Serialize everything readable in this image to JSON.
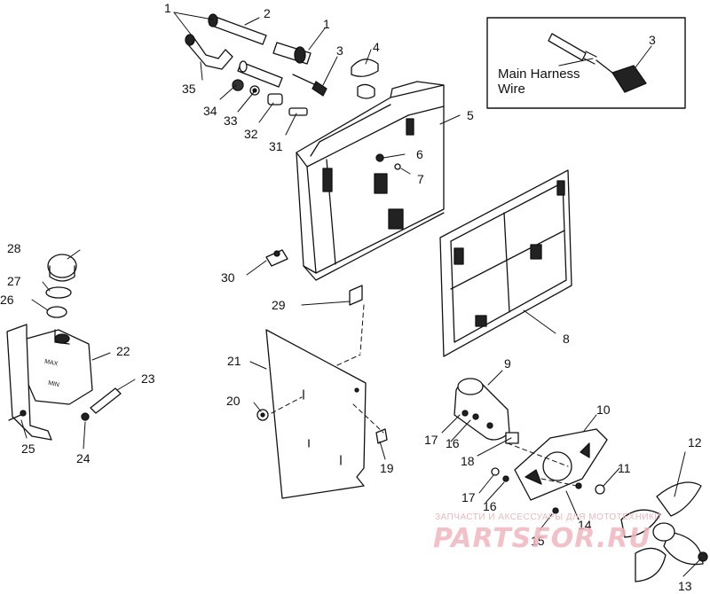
{
  "callouts": {
    "c1a": "1",
    "c2": "2",
    "c1b": "1",
    "c3": "3",
    "c4": "4",
    "c35": "35",
    "c34": "34",
    "c33": "33",
    "c32": "32",
    "c31": "31",
    "c5": "5",
    "c6": "6",
    "c7": "7",
    "c28": "28",
    "c27": "27",
    "c26": "26",
    "c22": "22",
    "c23": "23",
    "c25": "25",
    "c24": "24",
    "c30": "30",
    "c29": "29",
    "c8": "8",
    "c21": "21",
    "c20": "20",
    "c19": "19",
    "c9": "9",
    "c10": "10",
    "c17a": "17",
    "c16a": "16",
    "c18": "18",
    "c17b": "17",
    "c16b": "16",
    "c11": "11",
    "c12": "12",
    "c14": "14",
    "c15": "15",
    "c13": "13"
  },
  "inset": {
    "label_line1": "Main Harness",
    "label_line2": "Wire",
    "callout": "3"
  },
  "tank_markings": {
    "max": "MAX",
    "min": "MIN"
  },
  "watermark": {
    "small": "ЗАПЧАСТИ И АКСЕССУАРЫ ДЛЯ МОТОТЕХНИКИ",
    "main": "PARTSFOR.RU"
  }
}
